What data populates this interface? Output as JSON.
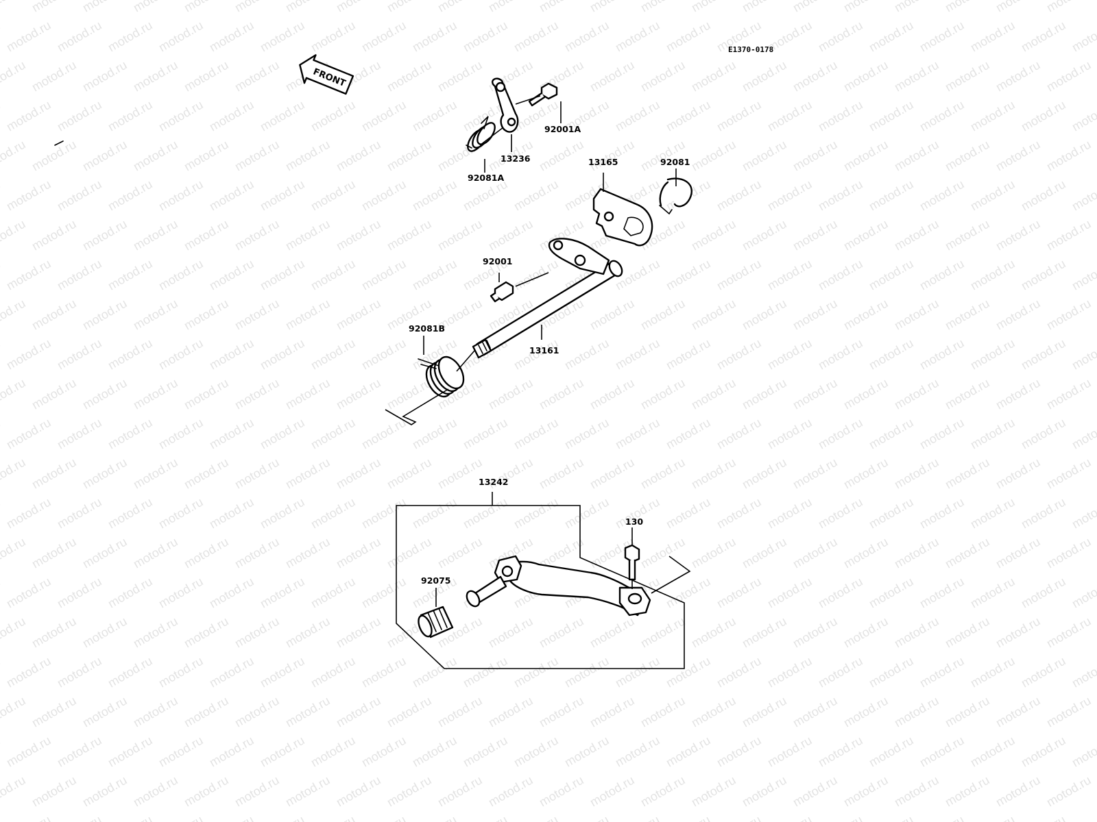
{
  "diagram": {
    "drawing_code": "E1370-0178",
    "front_label": "FRONT",
    "watermark": "motod.ru",
    "parts": {
      "p92001A": "92001A",
      "p13236": "13236",
      "p92081A": "92081A",
      "p13165": "13165",
      "p92081": "92081",
      "p92001": "92001",
      "p92081B": "92081B",
      "p13161": "13161",
      "p13242": "13242",
      "p130": "130",
      "p92075": "92075"
    }
  }
}
